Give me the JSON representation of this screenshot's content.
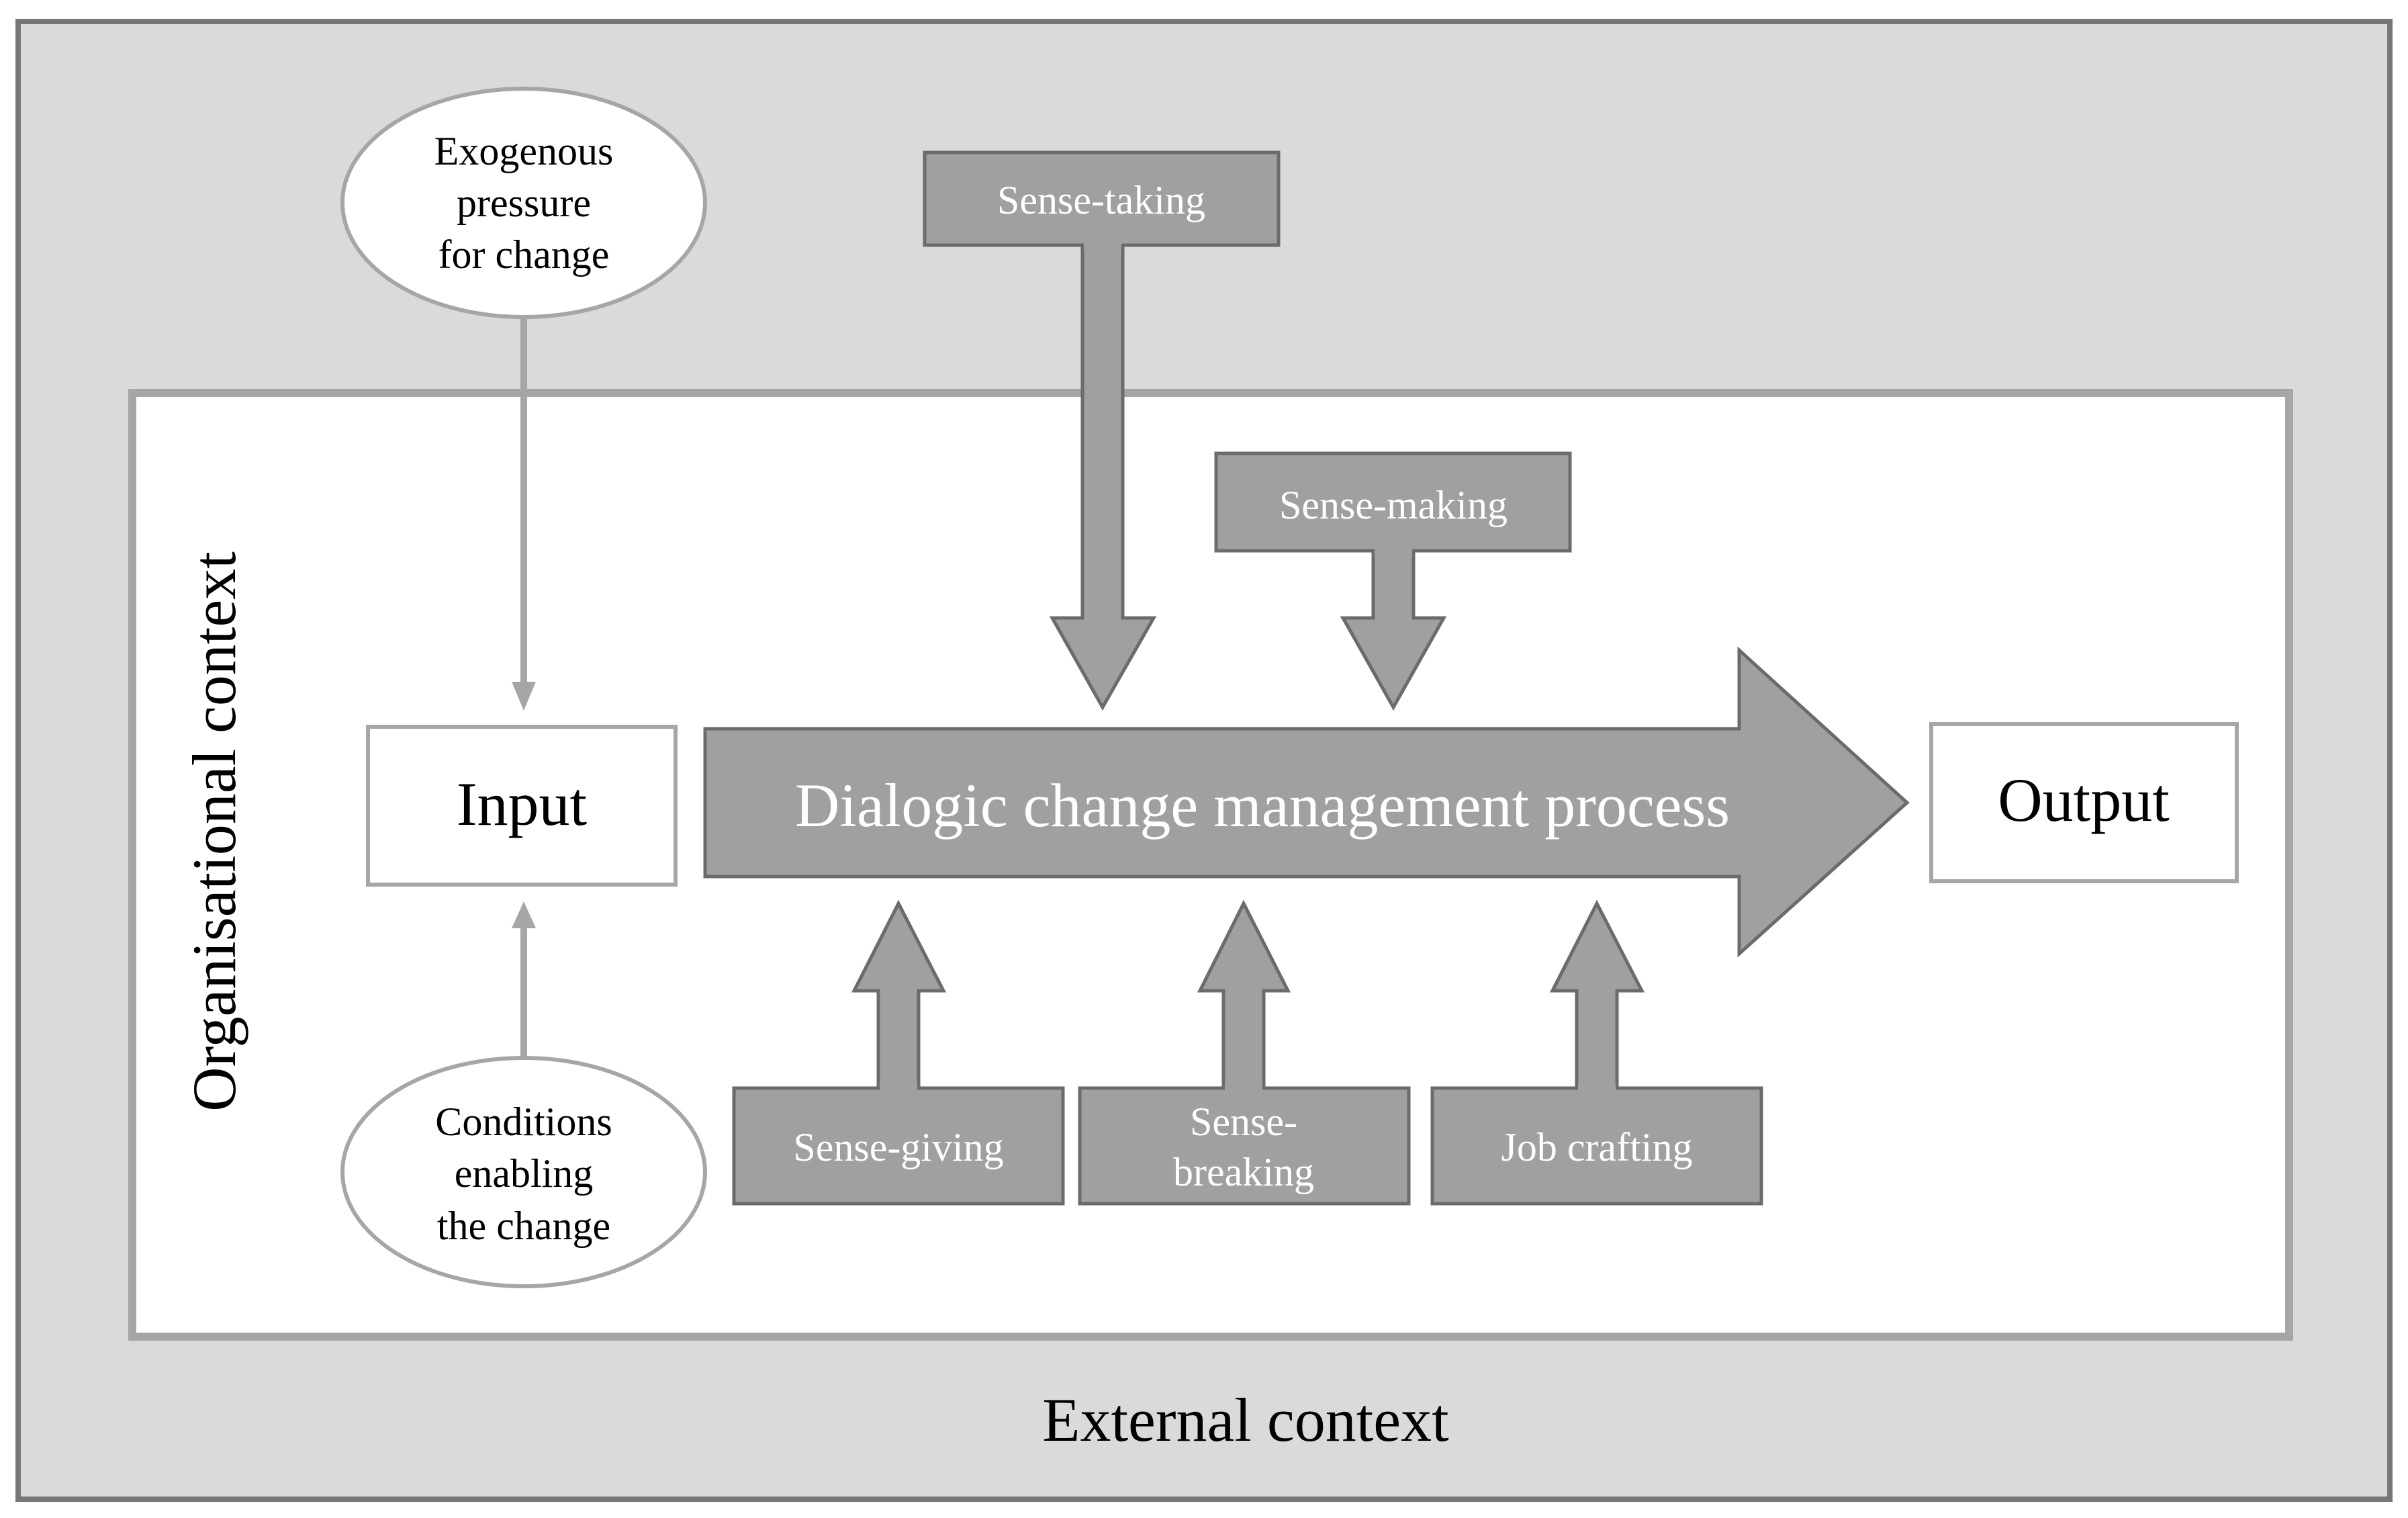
{
  "external": {
    "label": "External context"
  },
  "organisational": {
    "label": "Organisational context"
  },
  "exogenous": {
    "line1": "Exogenous",
    "line2": "pressure",
    "line3": "for change"
  },
  "conditions": {
    "line1": "Conditions",
    "line2": "enabling",
    "line3": "the change"
  },
  "input": {
    "label": "Input"
  },
  "output": {
    "label": "Output"
  },
  "process": {
    "label": "Dialogic change management process"
  },
  "sense_taking": {
    "label": "Sense-taking"
  },
  "sense_making": {
    "label": "Sense-making"
  },
  "sense_giving": {
    "label": "Sense-giving"
  },
  "sense_breaking": {
    "line1": "Sense-",
    "line2": "breaking"
  },
  "job_crafting": {
    "label": "Job crafting"
  },
  "colors": {
    "outer_bg": "#dadada",
    "arrow_fill": "#a0a0a0",
    "arrow_stroke": "#6b6b6b",
    "light_border": "#a6a6a6"
  }
}
